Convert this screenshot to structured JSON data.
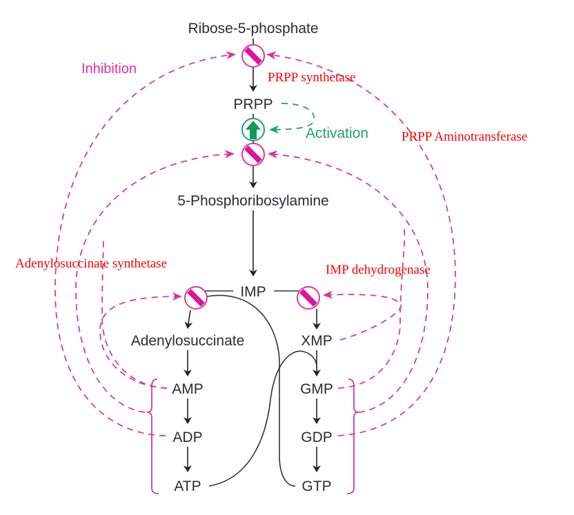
{
  "title": "Regulation of purine nucleotide synthesis",
  "colors": {
    "inhibition": "#d93a96",
    "activation": "#1ea36a",
    "enzyme_label": "#ff0000",
    "pathway": "#2b2b33"
  },
  "nodes": {
    "ribose5p": "Ribose-5-phosphate",
    "prpp": "PRPP",
    "phosphoribosylamine": "5-Phosphoribosylamine",
    "imp": "IMP",
    "adenylosuccinate": "Adenylosuccinate",
    "xmp": "XMP",
    "amp": "AMP",
    "adp": "ADP",
    "atp": "ATP",
    "gmp": "GMP",
    "gdp": "GDP",
    "gtp": "GTP"
  },
  "legend": {
    "inhibition": "Inhibition",
    "activation": "Activation"
  },
  "enzymes": {
    "prpp_synthetase": "PRPP synthetase",
    "prpp_aminotransferase": "PRPP Aminotransferase",
    "adenylosuccinate_synthetase": "Adenylosuccinate synthetase",
    "imp_dehydrogenase": "IMP dehydrogenase"
  },
  "icons": {
    "inhibition_symbol": "circle-with-slash",
    "activation_symbol": "circle-with-up-arrow"
  }
}
